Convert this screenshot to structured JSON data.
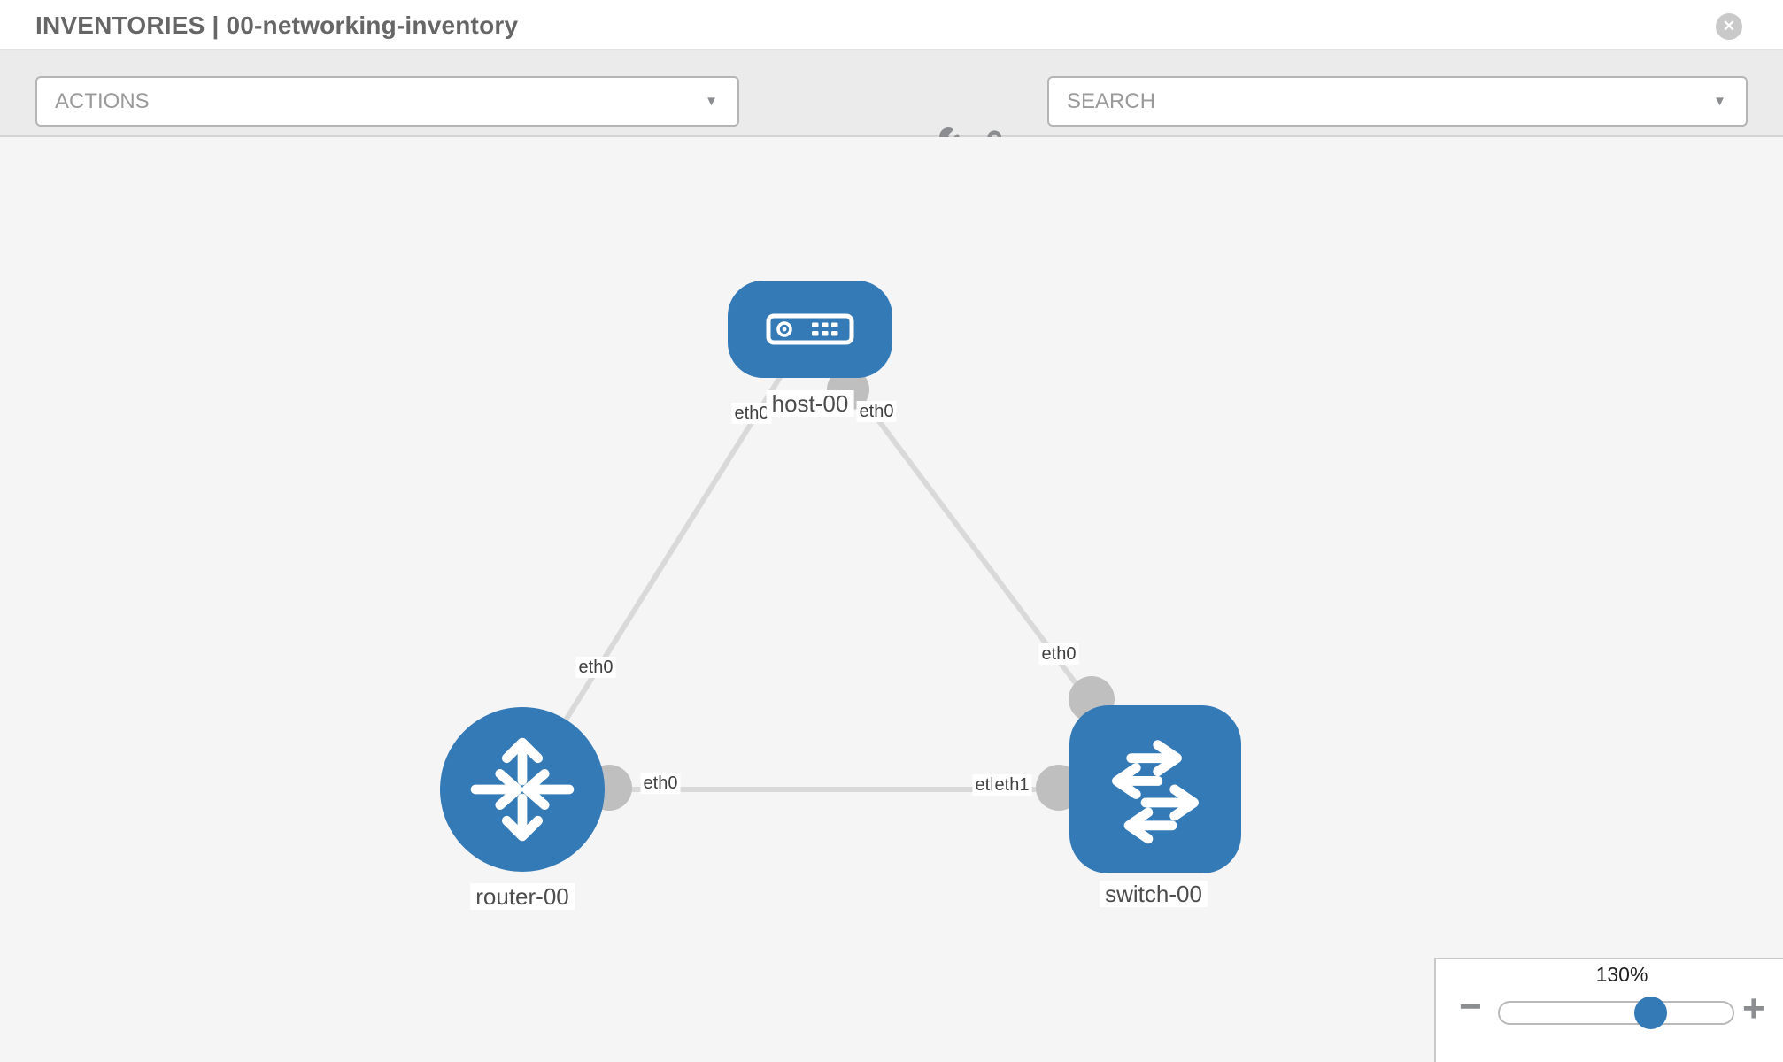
{
  "header": {
    "title": "INVENTORIES | 00-networking-inventory"
  },
  "toolbar": {
    "actions_placeholder": "ACTIONS",
    "search_placeholder": "SEARCH"
  },
  "icons": {
    "close_glyph": "✕",
    "caret_glyph": "▼",
    "minus_glyph": "−",
    "plus_glyph": "+"
  },
  "topology": {
    "nodes": [
      {
        "id": "host-00",
        "label": "host-00",
        "type": "host"
      },
      {
        "id": "router-00",
        "label": "router-00",
        "type": "router"
      },
      {
        "id": "switch-00",
        "label": "switch-00",
        "type": "switch"
      }
    ],
    "links": [
      {
        "from": "router-00",
        "to": "host-00",
        "from_interface": "eth0",
        "to_interface": "eth0"
      },
      {
        "from": "host-00",
        "to": "switch-00",
        "from_interface": "eth0",
        "to_interface": "eth0"
      },
      {
        "from": "router-00",
        "to": "switch-00",
        "from_interface": "eth0",
        "to_interface": "eth1"
      }
    ],
    "interface_labels": {
      "host_left": "eth0",
      "host_right": "eth0",
      "router_top": "eth0",
      "router_right": "eth0",
      "switch_top": "eth0",
      "switch_left_back": "eth0",
      "switch_left_front": "eth1"
    }
  },
  "zoom_control": {
    "level": "130%"
  },
  "colors": {
    "node_blue": "#337ab7",
    "link_gray": "#d9d9d9",
    "endpoint_gray": "#bfbfbf",
    "canvas_bg": "#f5f5f5",
    "toolbar_bg": "#ebebeb"
  }
}
